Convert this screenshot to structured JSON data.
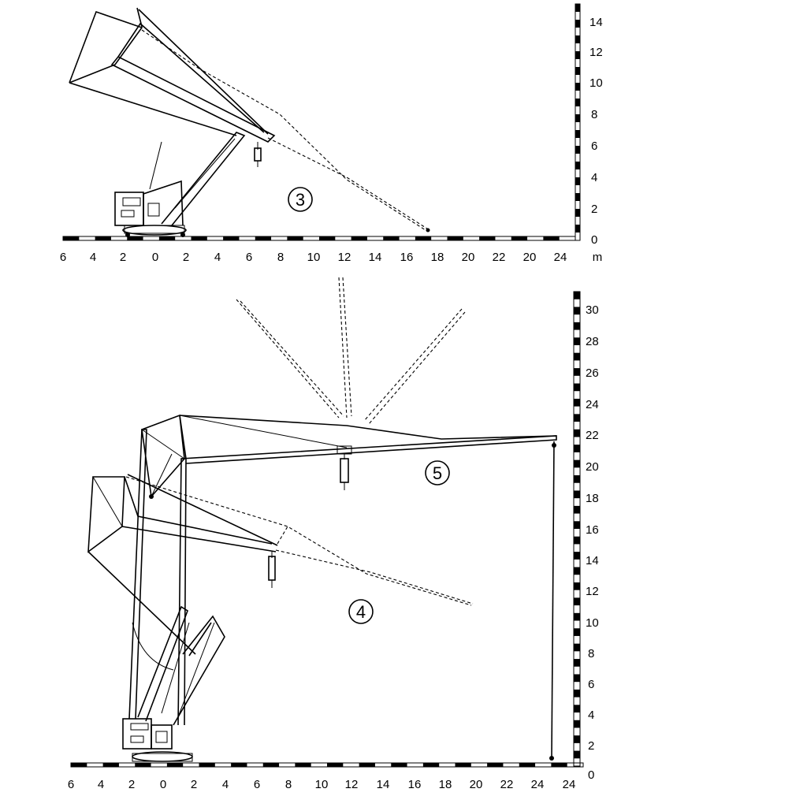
{
  "diagram": {
    "unit": "m",
    "top_panel": {
      "stage_label": "3",
      "x_tick_labels": [
        "6",
        "4",
        "2",
        "0",
        "2",
        "4",
        "6",
        "8",
        "10",
        "12",
        "14",
        "16",
        "18",
        "20",
        "22",
        "20",
        "24"
      ],
      "y_tick_labels": [
        "0",
        "2",
        "4",
        "6",
        "8",
        "10",
        "12",
        "14"
      ]
    },
    "bottom_panel": {
      "stage_labels": [
        "4",
        "5"
      ],
      "x_tick_labels": [
        "6",
        "4",
        "2",
        "0",
        "2",
        "4",
        "6",
        "8",
        "10",
        "12",
        "14",
        "16",
        "18",
        "20",
        "22",
        "24",
        "24"
      ],
      "y_tick_labels": [
        "0",
        "2",
        "4",
        "6",
        "8",
        "10",
        "12",
        "14",
        "16",
        "18",
        "20",
        "22",
        "24",
        "26",
        "28",
        "30"
      ]
    }
  }
}
